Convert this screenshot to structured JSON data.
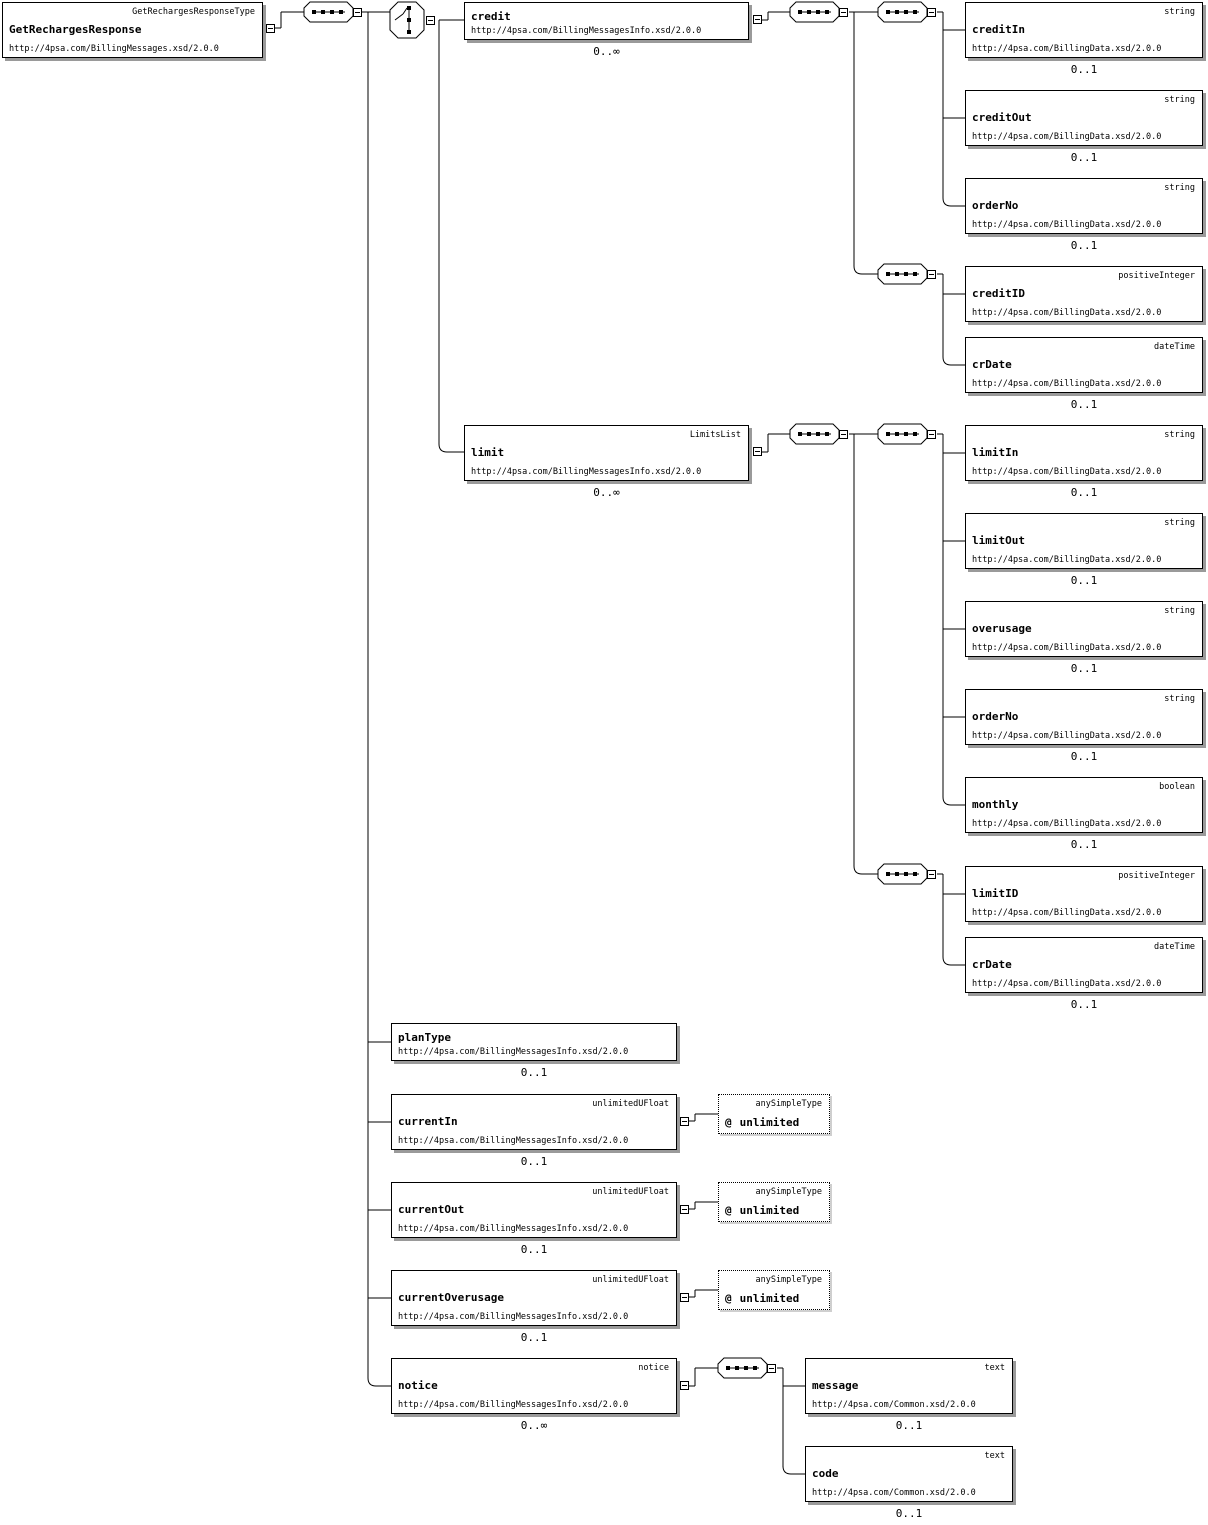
{
  "root": {
    "type": "GetRechargesResponseType",
    "name": "GetRechargesResponse",
    "ns": "http://4psa.com/BillingMessages.xsd/2.0.0"
  },
  "credit": {
    "name": "credit",
    "ns": "http://4psa.com/BillingMessagesInfo.xsd/2.0.0",
    "card": "0..∞"
  },
  "limit": {
    "type": "LimitsList",
    "name": "limit",
    "ns": "http://4psa.com/BillingMessagesInfo.xsd/2.0.0",
    "card": "0..∞"
  },
  "creditChildren": [
    {
      "type": "string",
      "name": "creditIn",
      "ns": "http://4psa.com/BillingData.xsd/2.0.0",
      "card": "0..1"
    },
    {
      "type": "string",
      "name": "creditOut",
      "ns": "http://4psa.com/BillingData.xsd/2.0.0",
      "card": "0..1"
    },
    {
      "type": "string",
      "name": "orderNo",
      "ns": "http://4psa.com/BillingData.xsd/2.0.0",
      "card": "0..1"
    },
    {
      "type": "positiveInteger",
      "name": "creditID",
      "ns": "http://4psa.com/BillingData.xsd/2.0.0",
      "card": ""
    },
    {
      "type": "dateTime",
      "name": "crDate",
      "ns": "http://4psa.com/BillingData.xsd/2.0.0",
      "card": "0..1"
    }
  ],
  "limitChildren": [
    {
      "type": "string",
      "name": "limitIn",
      "ns": "http://4psa.com/BillingData.xsd/2.0.0",
      "card": "0..1"
    },
    {
      "type": "string",
      "name": "limitOut",
      "ns": "http://4psa.com/BillingData.xsd/2.0.0",
      "card": "0..1"
    },
    {
      "type": "string",
      "name": "overusage",
      "ns": "http://4psa.com/BillingData.xsd/2.0.0",
      "card": "0..1"
    },
    {
      "type": "string",
      "name": "orderNo",
      "ns": "http://4psa.com/BillingData.xsd/2.0.0",
      "card": "0..1"
    },
    {
      "type": "boolean",
      "name": "monthly",
      "ns": "http://4psa.com/BillingData.xsd/2.0.0",
      "card": "0..1"
    },
    {
      "type": "positiveInteger",
      "name": "limitID",
      "ns": "http://4psa.com/BillingData.xsd/2.0.0",
      "card": ""
    },
    {
      "type": "dateTime",
      "name": "crDate",
      "ns": "http://4psa.com/BillingData.xsd/2.0.0",
      "card": "0..1"
    }
  ],
  "rootChildren": [
    {
      "type": "",
      "name": "planType",
      "ns": "http://4psa.com/BillingMessagesInfo.xsd/2.0.0",
      "card": "0..1"
    },
    {
      "type": "unlimitedUFloat",
      "name": "currentIn",
      "ns": "http://4psa.com/BillingMessagesInfo.xsd/2.0.0",
      "card": "0..1"
    },
    {
      "type": "unlimitedUFloat",
      "name": "currentOut",
      "ns": "http://4psa.com/BillingMessagesInfo.xsd/2.0.0",
      "card": "0..1"
    },
    {
      "type": "unlimitedUFloat",
      "name": "currentOverusage",
      "ns": "http://4psa.com/BillingMessagesInfo.xsd/2.0.0",
      "card": "0..1"
    },
    {
      "type": "notice",
      "name": "notice",
      "ns": "http://4psa.com/BillingMessagesInfo.xsd/2.0.0",
      "card": "0..∞"
    }
  ],
  "attribute": {
    "type": "anySimpleType",
    "symbol": "@",
    "name": "unlimited"
  },
  "noticeChildren": [
    {
      "type": "text",
      "name": "message",
      "ns": "http://4psa.com/Common.xsd/2.0.0",
      "card": "0..1"
    },
    {
      "type": "text",
      "name": "code",
      "ns": "http://4psa.com/Common.xsd/2.0.0",
      "card": "0..1"
    }
  ]
}
